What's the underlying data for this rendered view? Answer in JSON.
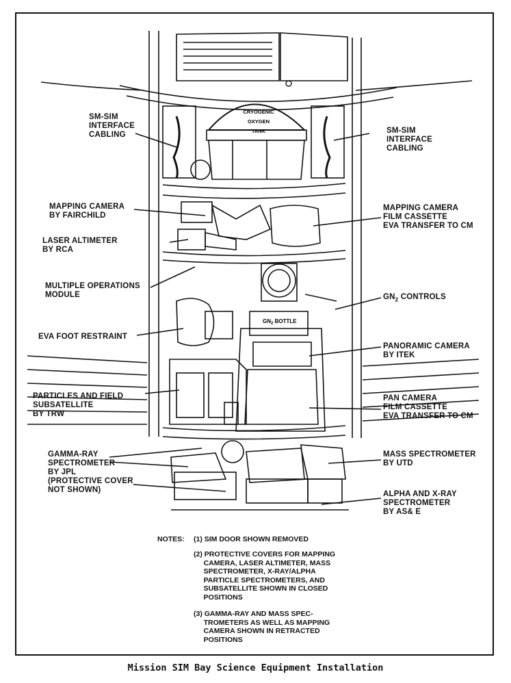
{
  "labels": {
    "sm_sim_cabling_left": "SM-SIM\nINTERFACE\nCABLING",
    "sm_sim_cabling_right": "SM-SIM\nINTERFACE\nCABLING",
    "mapping_camera": "MAPPING CAMERA\nBY FAIRCHILD",
    "laser_altimeter": "LASER ALTIMETER\nBY RCA",
    "multiple_operations": "MULTIPLE OPERATIONS\nMODULE",
    "eva_foot_restraint": "EVA FOOT RESTRAINT",
    "particles_field": "PARTICLES AND FIELD\nSUBSATELLITE\nBY TRW",
    "gamma_ray": "GAMMA-RAY\nSPECTROMETER\nBY JPL\n(PROTECTIVE COVER\nNOT SHOWN)",
    "mapping_cassette": "MAPPING CAMERA\nFILM CASSETTE\nEVA TRANSFER TO CM",
    "gn2_prefix": "GN",
    "gn2_sub": "2",
    "gn2_suffix": " CONTROLS",
    "panoramic_camera": "PANORAMIC CAMERA\nBY ITEK",
    "pan_cassette": "PAN CAMERA\nFILM CASSETTE\nEVA TRANSFER TO CM",
    "mass_spectrometer": "MASS SPECTROMETER\nBY UTD",
    "alpha_xray": "ALPHA AND X-RAY\nSPECTROMETER\nBY AS& E"
  },
  "equipment_text": {
    "tank_line1": "CRYOGENIC",
    "tank_line2": "OXYGEN",
    "tank_line3": "TANK",
    "bottle_prefix": "GN",
    "bottle_sub": "2",
    "bottle_suffix": " BOTTLE"
  },
  "notes": {
    "heading": "NOTES:",
    "note1": "(1) SIM DOOR SHOWN REMOVED",
    "note2": "(2) PROTECTIVE COVERS FOR MAPPING\n     CAMERA, LASER ALTIMETER, MASS\n     SPECTROMETER, X-RAY/ALPHA\n     PARTICLE SPECTROMETERS, AND\n     SUBSATELLITE SHOWN IN CLOSED\n     POSITIONS",
    "note3": "(3) GAMMA-RAY AND MASS SPEC-\n     TROMETERS AS WELL AS MAPPING\n     CAMERA SHOWN IN RETRACTED\n     POSITIONS"
  },
  "caption": "Mission SIM Bay Science Equipment Installation"
}
